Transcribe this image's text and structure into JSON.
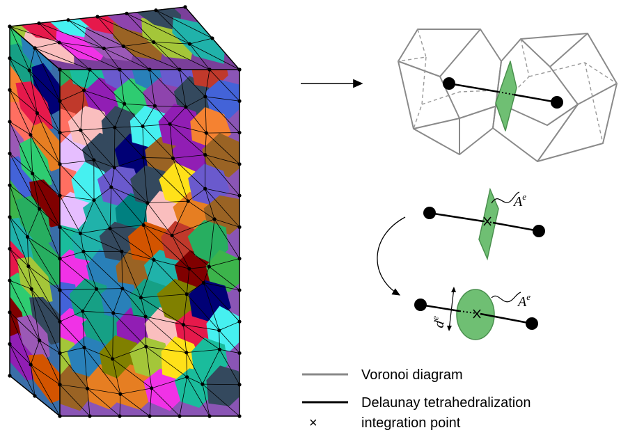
{
  "labels": {
    "area_top": "A",
    "area_top_sup": "e",
    "area_bottom": "A",
    "area_bottom_sup": "e",
    "distance": "d",
    "distance_sup": "e"
  },
  "legend": {
    "voronoi": "Voronoi diagram",
    "delaunay": "Delaunay tetrahedralization",
    "integration": "integration point",
    "integration_marker": "×"
  },
  "colors": {
    "voronoi_line": "#888888",
    "delaunay_line": "#000000",
    "face_fill": "#6fbf73",
    "face_stroke": "#4a8f4e"
  }
}
